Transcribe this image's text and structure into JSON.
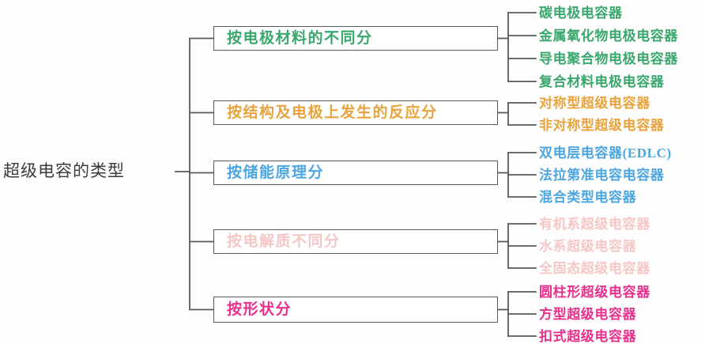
{
  "diagram": {
    "root": {
      "label": "超级电容的类型",
      "color": "#3a3a3a"
    },
    "line_color": "#5a5a5a",
    "categories": [
      {
        "label": "按电极材料的不同分",
        "color": "#3aa76d",
        "children": [
          "碳电极电容器",
          "金属氧化物电极电容器",
          "导电聚合物电极电容器",
          "复合材料电极电容器"
        ]
      },
      {
        "label": "按结构及电极上发生的反应分",
        "color": "#e8a33d",
        "children": [
          "对称型超级电容器",
          "非对称型超级电容器"
        ]
      },
      {
        "label": "按储能原理分",
        "color": "#4da6e0",
        "children": [
          "双电层电容器(EDLC)",
          "法拉第准电容电容器",
          "混合类型电容器"
        ]
      },
      {
        "label": "按电解质不同分",
        "color": "#f6c7c7",
        "children": [
          "有机系超级电容器",
          "水系超级电容器",
          "全固态超级电容器"
        ]
      },
      {
        "label": "按形状分",
        "color": "#e8308c",
        "children": [
          "圆柱形超级电容器",
          "方型超级电容器",
          "扣式超级电容器"
        ]
      }
    ]
  }
}
